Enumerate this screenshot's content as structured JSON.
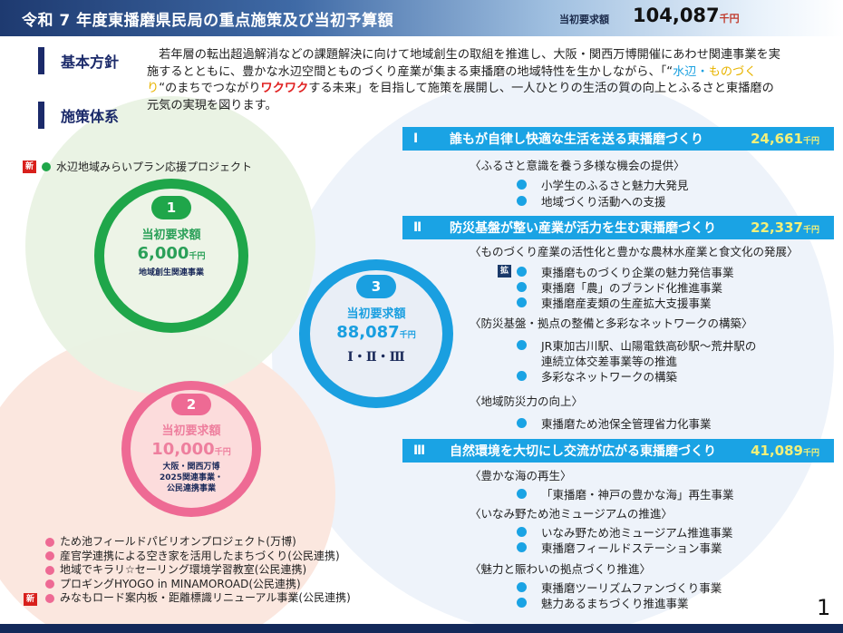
{
  "header": {
    "title": "令和 7 年度東播磨県民局の重点施策及び当初予算額",
    "request_label": "当初要求額",
    "request_amount": "104,087",
    "unit": "千円"
  },
  "sections": {
    "basic_policy_label": "基本方針",
    "system_label": "施策体系"
  },
  "intro": {
    "part1": "　若年層の転出超過解消などの課題解決に向けて地域創生の取組を推進し、大阪・関西万博開催にあわせ関連事業を実施するとともに、豊かな水辺空間とものづくり産業が集まる東播磨の地域特性を生かしながら、「“",
    "highlight_water": "水辺・",
    "highlight_craft": "ものづくり",
    "part2": "“のまちでつながり",
    "highlight_fun": "ワクワク",
    "part3": "する未来」を目指して施策を展開し、一人ひとりの生活の質の向上とふるさと東播磨の元気の実現を図ります。"
  },
  "badges": {
    "new": "新",
    "expand": "拡"
  },
  "ring1": {
    "number": "1",
    "label": "当初要求額",
    "amount": "6,000",
    "unit": "千円",
    "sub": "地域創生関連事業",
    "project": "水辺地域みらいプラン応援プロジェクト",
    "color": "#1fa64a"
  },
  "ring2": {
    "number": "2",
    "label": "当初要求額",
    "amount": "10,000",
    "unit": "千円",
    "sub1": "大阪・関西万博",
    "sub2": "2025関連事業・",
    "sub3": "公民連携事業",
    "color": "#ee6a94",
    "projects": [
      "ため池フィールドパビリオンプロジェクト(万博)",
      "産官学連携による空き家を活用したまちづくり(公民連携)",
      "地域でキラリ☆セーリング環境学習教室(公民連携)",
      "プロギングHYOGO in MINAMOROAD(公民連携)",
      "みなもロード案内板・距離標識リニューアル事業(公民連携)"
    ]
  },
  "ring3": {
    "number": "3",
    "label": "当初要求額",
    "amount": "88,087",
    "unit": "千円",
    "roman": "Ⅰ・Ⅱ・Ⅲ",
    "color": "#1a9fe0"
  },
  "pillars": [
    {
      "num": "Ⅰ",
      "title": "誰もが自律し快適な生活を送る東播磨づくり",
      "amount": "24,661",
      "unit": "千円",
      "groups": [
        {
          "heading": "〈ふるさと意識を養う多様な機会の提供〉",
          "items": [
            "小学生のふるさと魅力大発見",
            "地域づくり活動への支援"
          ]
        }
      ]
    },
    {
      "num": "Ⅱ",
      "title": "防災基盤が整い産業が活力を生む東播磨づくり",
      "amount": "22,337",
      "unit": "千円",
      "groups": [
        {
          "heading": "〈ものづくり産業の活性化と豊かな農林水産業と食文化の発展〉",
          "items": [
            "東播磨ものづくり企業の魅力発信事業",
            "東播磨「農」のブランド化推進事業",
            "東播磨産麦類の生産拡大支援事業"
          ]
        },
        {
          "heading": "〈防災基盤・拠点の整備と多彩なネットワークの構築〉",
          "items": [
            "JR東加古川駅、山陽電鉄高砂駅～荒井駅の",
            "連続立体交差事業等の推進",
            "多彩なネットワークの構築"
          ]
        },
        {
          "heading": "〈地域防災力の向上〉",
          "items": [
            "東播磨ため池保全管理省力化事業"
          ]
        }
      ]
    },
    {
      "num": "Ⅲ",
      "title": "自然環境を大切にし交流が広がる東播磨づくり",
      "amount": "41,089",
      "unit": "千円",
      "groups": [
        {
          "heading": "〈豊かな海の再生〉",
          "items": [
            "「東播磨・神戸の豊かな海」再生事業"
          ]
        },
        {
          "heading": "〈いなみ野ため池ミュージアムの推進〉",
          "items": [
            "いなみ野ため池ミュージアム推進事業",
            "東播磨フィールドステーション事業"
          ]
        },
        {
          "heading": "〈魅力と賑わいの拠点づくり推進〉",
          "items": [
            "東播磨ツーリズムファンづくり事業",
            "魅力あるまちづくり推進事業"
          ]
        }
      ]
    }
  ],
  "page_number": "1"
}
